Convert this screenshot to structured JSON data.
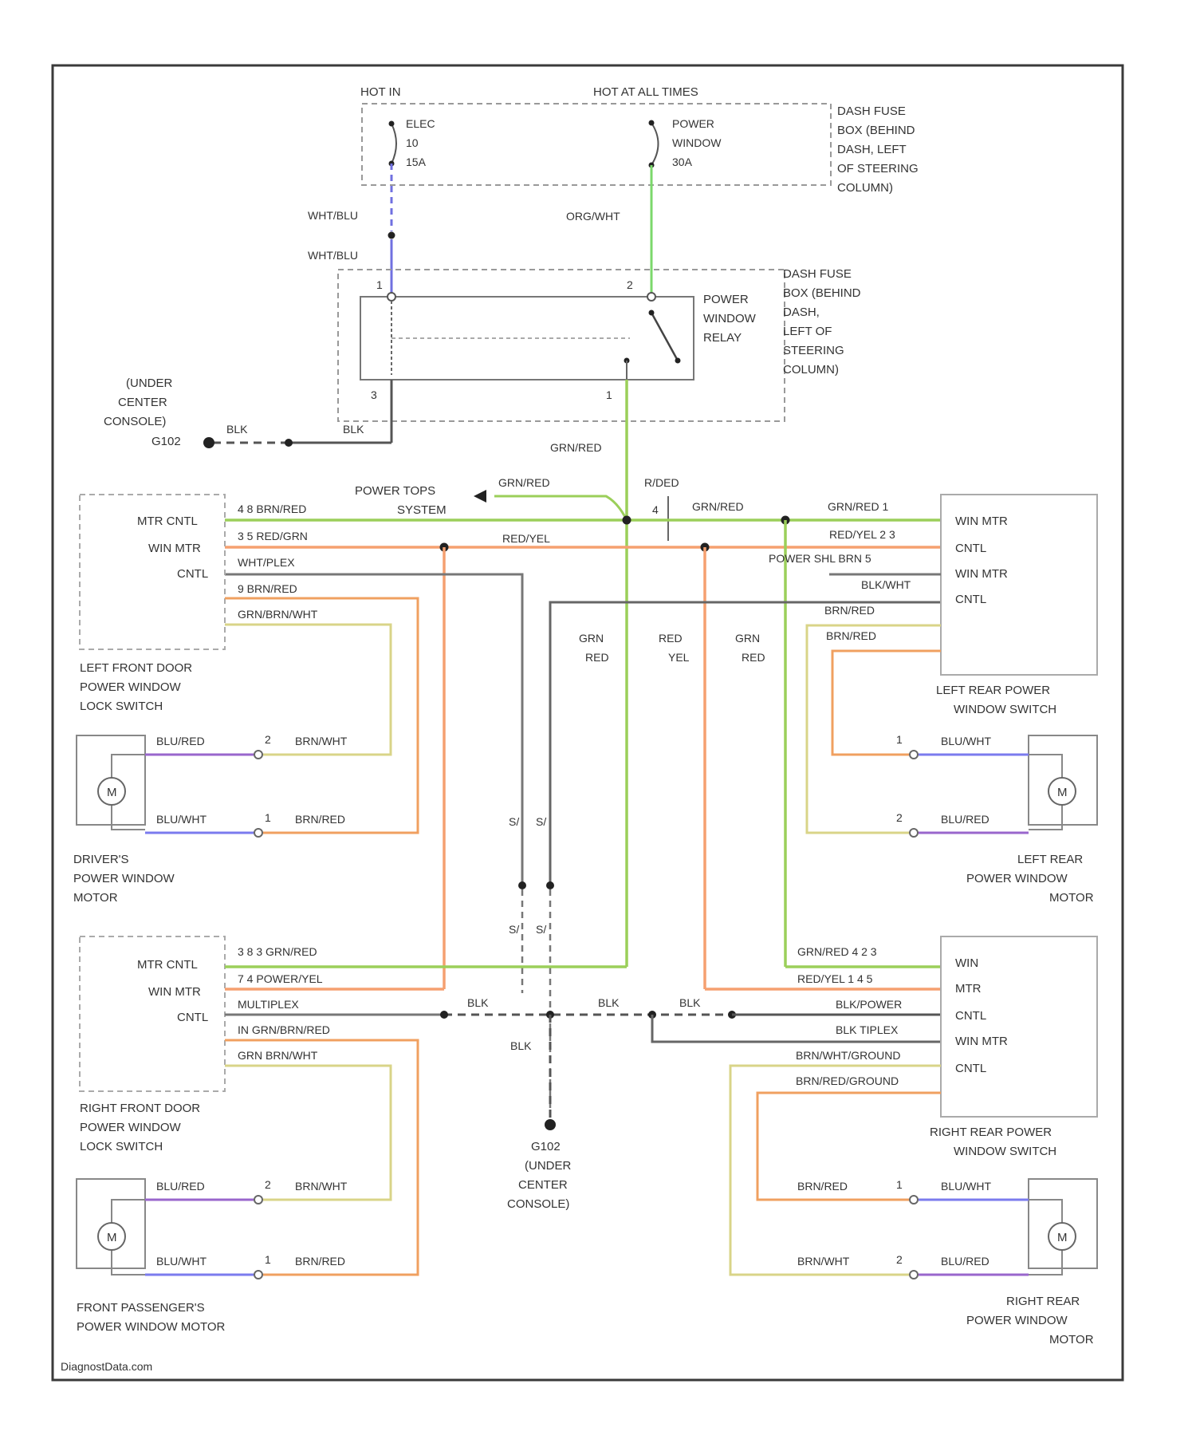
{
  "labels": {
    "hot_in": "HOT IN",
    "hot_at_all_times": "HOT AT ALL TIMES",
    "fuse_elec": [
      "ELEC",
      "10",
      "15A"
    ],
    "fuse_power_window": [
      "POWER",
      "WINDOW",
      "30A"
    ],
    "dash_fuse_box_top": [
      "DASH FUSE",
      "BOX (BEHIND",
      "DASH, LEFT",
      "OF STEERING",
      "COLUMN)"
    ],
    "dash_fuse_box_relay": [
      "DASH FUSE",
      "BOX (BEHIND",
      "DASH,",
      "LEFT OF",
      "STEERING",
      "COLUMN)"
    ],
    "power_window_relay": [
      "POWER",
      "WINDOW",
      "RELAY"
    ],
    "ground_top": [
      "(UNDER",
      "CENTER",
      "CONSOLE)",
      "G102"
    ],
    "ground_bottom": [
      "G102",
      "(UNDER",
      "CENTER",
      "CONSOLE)"
    ],
    "power_tops_system": [
      "POWER TOPS",
      "SYSTEM"
    ],
    "left_front_switch": [
      "LEFT FRONT DOOR",
      "POWER WINDOW",
      "LOCK SWITCH"
    ],
    "right_front_switch": [
      "RIGHT FRONT DOOR",
      "POWER WINDOW",
      "LOCK SWITCH"
    ],
    "left_rear_switch": [
      "LEFT REAR POWER",
      "WINDOW SWITCH"
    ],
    "right_rear_switch": [
      "RIGHT REAR POWER",
      "WINDOW SWITCH"
    ],
    "drivers_motor": [
      "DRIVER'S",
      "POWER WINDOW",
      "MOTOR"
    ],
    "front_pass_motor": [
      "FRONT PASSENGER'S",
      "POWER WINDOW MOTOR"
    ],
    "left_rear_motor": [
      "LEFT REAR",
      "POWER WINDOW",
      "MOTOR"
    ],
    "right_rear_motor": [
      "RIGHT REAR",
      "POWER WINDOW",
      "MOTOR"
    ],
    "pin_labels_left": [
      "MTR CNTL",
      "WIN MTR",
      "CNTL"
    ],
    "pin_labels_rear": [
      "WIN MTR",
      "CNTL",
      "WIN MTR",
      "CNTL"
    ],
    "pin_labels_rr": [
      "WIN",
      "MTR",
      "CNTL",
      "WIN MTR",
      "CNTL"
    ],
    "motor_symbol": "M",
    "watermark": "DiagnostData.com"
  },
  "wires": {
    "wht_blu": "WHT/BLU",
    "org_wht": "ORG/WHT",
    "blk": "BLK",
    "grn_red": "GRN/RED",
    "red_yel": "RED/YEL",
    "grn_red_split": [
      "GRN",
      "RED"
    ],
    "red_yel_split": [
      "RED",
      "YEL"
    ],
    "blu_red": "BLU/RED",
    "blu_wht": "BLU/WHT",
    "brn_red": "BRN/RED",
    "brn_wht": "BRN/WHT",
    "lf_rows": [
      "4 8 BRN/RED",
      "3 5 RED/GRN",
      "WHT/PLEX",
      "9 BRN/RED",
      "GRN/BRN/WHT"
    ],
    "rf_rows": [
      "3 8 3  GRN/RED",
      "7 4 POWER/YEL",
      "MULTIPLEX",
      "IN GRN/BRN/RED",
      "GRN  BRN/WHT"
    ],
    "lr_rows": [
      "GRN/RED 1",
      "RED/YEL 2 3",
      "POWER SHL BRN 5",
      "BLK/WHT",
      "BRN/RED",
      "BRN/RED"
    ],
    "rr_rows": [
      "GRN/RED  4 2 3",
      "RED/YEL  1 4 5",
      "BLK/POWER",
      "BLK TIPLEX",
      "BRN/WHT/GROUND",
      "BRN/RED/GROUND"
    ],
    "rbd": "R/DED",
    "center_red_yel": "RED/YEL",
    "center_grn_red": "GRN/RED",
    "vert_tags": [
      "S/",
      "S/"
    ]
  },
  "pins": {
    "relay_top_left": "1",
    "relay_top_right": "2",
    "relay_bottom_left": "3",
    "relay_bottom_right": "1",
    "motor_a": "2",
    "motor_b": "1",
    "rear_a": "1",
    "rear_b": "2",
    "rbd_pin": "4"
  }
}
